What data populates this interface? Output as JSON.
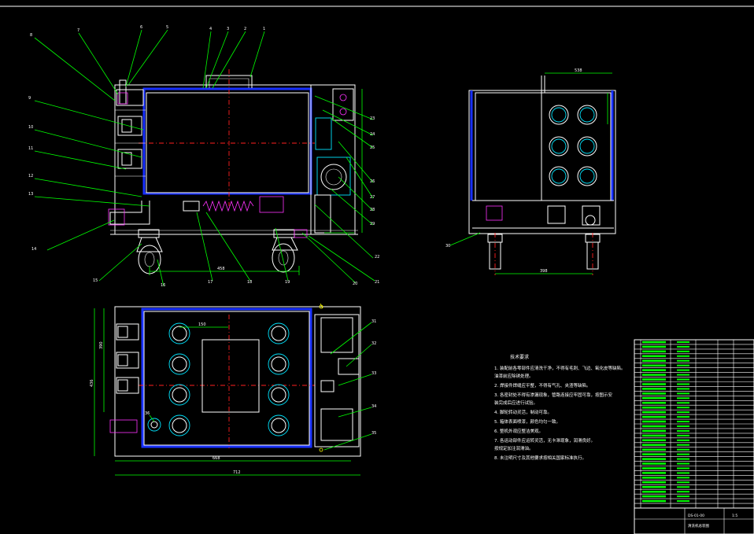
{
  "callouts_front": [
    "8",
    "7",
    "6",
    "5",
    "4",
    "3",
    "2",
    "1",
    "9",
    "10",
    "11",
    "12",
    "13",
    "14",
    "15",
    "16",
    "17",
    "18",
    "19",
    "20",
    "21",
    "22",
    "23",
    "24",
    "25",
    "26",
    "27",
    "28",
    "29"
  ],
  "callouts_side": [
    "30"
  ],
  "callouts_top": [
    "31",
    "32",
    "33",
    "34",
    "35",
    "36"
  ],
  "dimensions": {
    "front_width": "458",
    "side_top": "538",
    "side_bottom": "398",
    "top_inner": "668",
    "top_outer": "712",
    "top_height_outer": "436",
    "top_height_inner": "390",
    "top_grid": "150"
  },
  "tech_title": "技术要求",
  "tech_notes": [
    "1. 装配前各零部件应清洗干净，不得有毛刺、飞边、氧化皮等缺陷。",
    "   油漆前应除锈处理。",
    "2. 焊接件焊缝应平整，不得有气孔、夹渣等缺陷。",
    "3. 各密封处不得有渗漏现象，管路连接应牢固可靠，按图示安",
    "   装完成后应进行试验。",
    "4. 脚轮转动灵活，制动可靠。",
    "5. 箱体表面喷漆，颜色均匀一致。",
    "6. 整机外观应整洁美观。",
    "7. 各运动部件应运转灵活，无卡滞现象，润滑良好。",
    "   按规定加注润滑油。",
    "8. 未注明尺寸及其他要求按相关国家标准执行。"
  ],
  "title_block": {
    "drawing_no": "DS-01-00",
    "name": "清洗机总装图",
    "scale": "1:5"
  },
  "colors": {
    "outline": "#ffffff",
    "tank": "#1830ff",
    "dimension": "#00ff00",
    "section": "#ff33ff",
    "centerline": "#ff2020",
    "hole": "#00e5ff"
  }
}
